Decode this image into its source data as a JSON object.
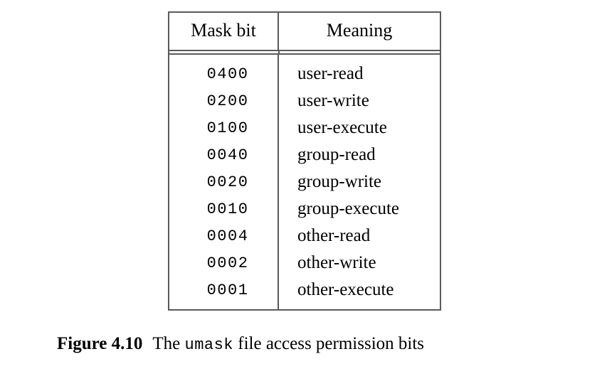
{
  "figure": {
    "table": {
      "columns": [
        "Mask bit",
        "Meaning"
      ],
      "rows": [
        {
          "mask": "0400",
          "meaning": "user-read"
        },
        {
          "mask": "0200",
          "meaning": "user-write"
        },
        {
          "mask": "0100",
          "meaning": "user-execute"
        },
        {
          "mask": "0040",
          "meaning": "group-read"
        },
        {
          "mask": "0020",
          "meaning": "group-write"
        },
        {
          "mask": "0010",
          "meaning": "group-execute"
        },
        {
          "mask": "0004",
          "meaning": "other-read"
        },
        {
          "mask": "0002",
          "meaning": "other-write"
        },
        {
          "mask": "0001",
          "meaning": "other-execute"
        }
      ]
    },
    "caption": {
      "label": "Figure 4.10",
      "text_before": "The ",
      "mono_term": "umask",
      "text_after": " file access permission bits"
    }
  },
  "colors": {
    "page_background": "#ffffff",
    "text": "#000000",
    "rule": "#5a5a5a"
  }
}
